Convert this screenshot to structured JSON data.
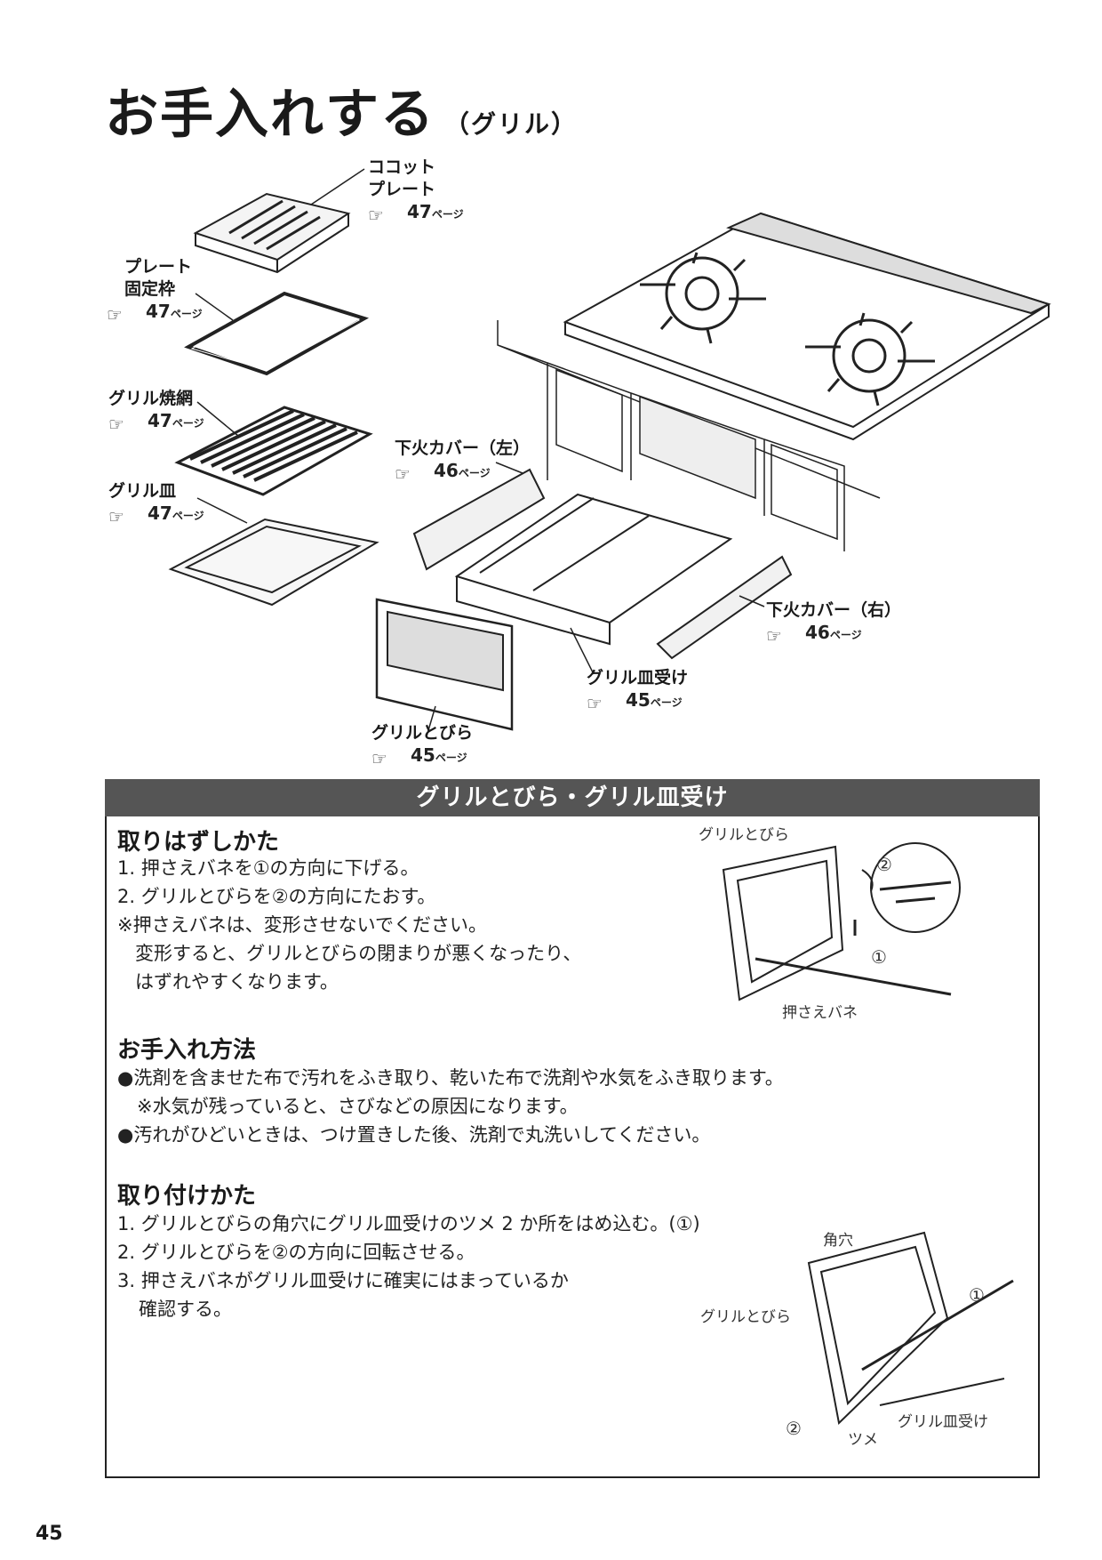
{
  "header": {
    "title": "お手入れする",
    "subtitle": "（グリル）"
  },
  "parts": [
    {
      "id": "cocotte",
      "label_lines": [
        "ココット",
        "プレート"
      ],
      "page": "47",
      "page_unit": "ページ"
    },
    {
      "id": "plate-frame",
      "label_lines": [
        "プレート",
        "固定枠"
      ],
      "page": "47",
      "page_unit": "ページ"
    },
    {
      "id": "grill-net",
      "label_lines": [
        "グリル焼網"
      ],
      "page": "47",
      "page_unit": "ページ"
    },
    {
      "id": "grill-pan",
      "label_lines": [
        "グリル皿"
      ],
      "page": "47",
      "page_unit": "ページ"
    },
    {
      "id": "under-cover-left",
      "label_lines": [
        "下火カバー（左）"
      ],
      "page": "46",
      "page_unit": "ページ"
    },
    {
      "id": "under-cover-right",
      "label_lines": [
        "下火カバー（右）"
      ],
      "page": "46",
      "page_unit": "ページ"
    },
    {
      "id": "pan-holder",
      "label_lines": [
        "グリル皿受け"
      ],
      "page": "45",
      "page_unit": "ページ"
    },
    {
      "id": "grill-door",
      "label_lines": [
        "グリルとびら"
      ],
      "page": "45",
      "page_unit": "ページ"
    }
  ],
  "section": {
    "heading": "グリルとびら・グリル皿受け",
    "removal": {
      "heading": "取りはずしかた",
      "lines": [
        "1. 押さえバネを①の方向に下げる。",
        "2. グリルとびらを②の方向にたおす。",
        "※押さえバネは、変形させないでください。",
        "変形すると、グリルとびらの閉まりが悪くなったり、",
        "はずれやすくなります。"
      ],
      "figure": {
        "door_label": "グリルとびら",
        "spring_label": "押さえバネ",
        "marker_1": "①",
        "marker_2": "②"
      }
    },
    "care": {
      "heading": "お手入れ方法",
      "lines": [
        "●洗剤を含ませた布で汚れをふき取り、乾いた布で洗剤や水気をふき取ります。",
        "※水気が残っていると、さびなどの原因になります。",
        "●汚れがひどいときは、つけ置きした後、洗剤で丸洗いしてください。"
      ]
    },
    "install": {
      "heading": "取り付けかた",
      "lines": [
        "1. グリルとびらの角穴にグリル皿受けのツメ 2 か所をはめ込む。(①)",
        "2. グリルとびらを②の方向に回転させる。",
        "3. 押さえバネがグリル皿受けに確実にはまっているか",
        "確認する。"
      ],
      "figure": {
        "hole_label": "角穴",
        "door_label": "グリルとびら",
        "holder_label": "グリル皿受け",
        "claw_label": "ツメ",
        "marker_1": "①",
        "marker_2": "②"
      }
    }
  },
  "footer": {
    "page_number": "45"
  }
}
